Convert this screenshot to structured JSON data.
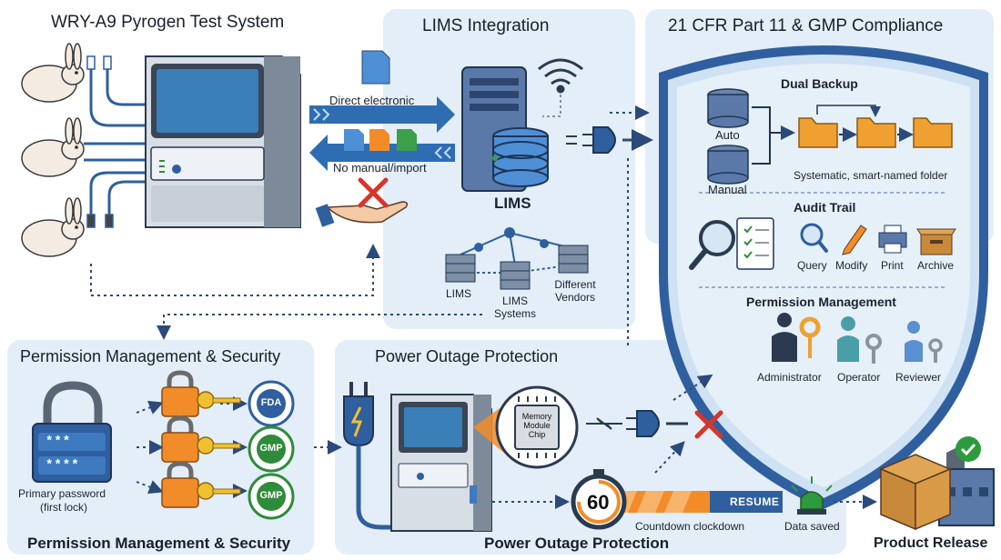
{
  "titles": {
    "pyrogen_system": "WRY-A9 Pyrogen Test System",
    "lims_integration": "LIMS Integration",
    "compliance": "21 CFR Part 11 & GMP Compliance",
    "perm_security_top": "Permission Management & Security",
    "perm_security_bottom": "Permission Management & Security",
    "power_top": "Power Outage Protection",
    "power_bottom": "Power Outage Protection",
    "product_release": "Product Release"
  },
  "lims": {
    "direct_electronic": "Direct electronic",
    "no_manual_import": "No manual/import",
    "server_label": "LIMS",
    "node_lims": "LIMS",
    "node_lims_systems": "LIMS Systems",
    "node_vendors": "Different Vendors"
  },
  "compliance": {
    "dual_backup": "Dual Backup",
    "auto": "Auto",
    "manual": "Manual",
    "folder_caption": "Systematic, smart-named folder",
    "audit_trail": "Audit Trail",
    "audit_actions": [
      "Query",
      "Modify",
      "Print",
      "Archive"
    ],
    "permission_management": "Permission Management",
    "roles": [
      "Administrator",
      "Operator",
      "Reviewer"
    ]
  },
  "security": {
    "password_masks": [
      "***",
      "****"
    ],
    "primary_password": "Primary password",
    "first_lock": "(first lock)",
    "badges": [
      "FDA",
      "GMP",
      "GMP"
    ]
  },
  "power": {
    "memory_chip": "Memory Module Chip",
    "countdown_value": "60",
    "resume": "RESUME",
    "countdown_caption": "Countdown clockdown",
    "data_saved": "Data saved"
  },
  "colors": {
    "panel_bg": "#e3eef8",
    "accent_blue": "#2f5f9e",
    "orange": "#f28c28",
    "green": "#2e8b3a",
    "red": "#d9342b"
  }
}
